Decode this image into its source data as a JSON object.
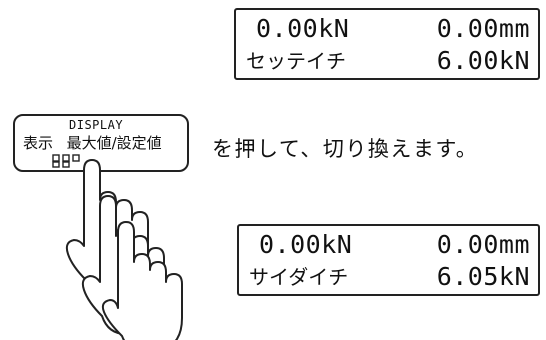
{
  "display_before": {
    "row1_force": "0.00kN",
    "row1_displacement": "0.00mm",
    "row2_label": "セッテイチ",
    "row2_value": "6.00kN"
  },
  "button": {
    "top_label": "DISPLAY",
    "label_left": "表示",
    "label_right": "最大値/設定値"
  },
  "instruction": "を押して、切り換えます。",
  "display_after": {
    "row1_force": "0.00kN",
    "row1_displacement": "0.00mm",
    "row2_label": "サイダイチ",
    "row2_value": "6.05kN"
  }
}
